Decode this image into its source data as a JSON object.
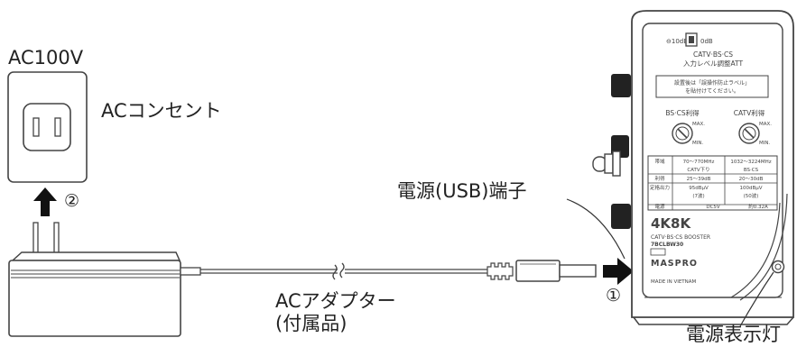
{
  "outlet": {
    "voltage": "AC100V",
    "label": "ACコンセント"
  },
  "adapter": {
    "name": "ACアダプター",
    "note": "(付属品)"
  },
  "steps": {
    "plug_in_outlet": "②",
    "plug_in_booster": "①"
  },
  "callouts": {
    "power_terminal": "電源(USB)端子",
    "power_indicator": "電源表示灯"
  },
  "booster": {
    "att_left": "⊖10dB",
    "att_right": "0dB",
    "att_title_1": "CATV·BS·CS",
    "att_title_2": "入力レベル調整ATT",
    "notice_1": "設置後は「誤操作防止ラベル」",
    "notice_2": "を貼付けてください。",
    "knob_bs_label": "BS·CS利得",
    "knob_catv_label": "CATV利得",
    "knob_max": "MAX.",
    "knob_min": "MIN.",
    "spec_rows": [
      [
        "帯域",
        "70〜770MHz",
        "1032〜3224MHz"
      ],
      [
        "",
        "CATV下り",
        "BS·CS"
      ],
      [
        "利得",
        "25〜39dB",
        "20〜30dB"
      ],
      [
        "定格出力",
        "95dBμV",
        "100dBμV"
      ],
      [
        "",
        "(7波)",
        "(50波)"
      ],
      [
        "電源",
        "DC5V",
        "約0.32A"
      ]
    ],
    "logo_4k8k": "4K8K",
    "product_line": "CATV·BS·CS BOOSTER",
    "model": "7BCLBW30",
    "brand": "MASPRO",
    "origin": "MADE IN VIETNAM"
  }
}
